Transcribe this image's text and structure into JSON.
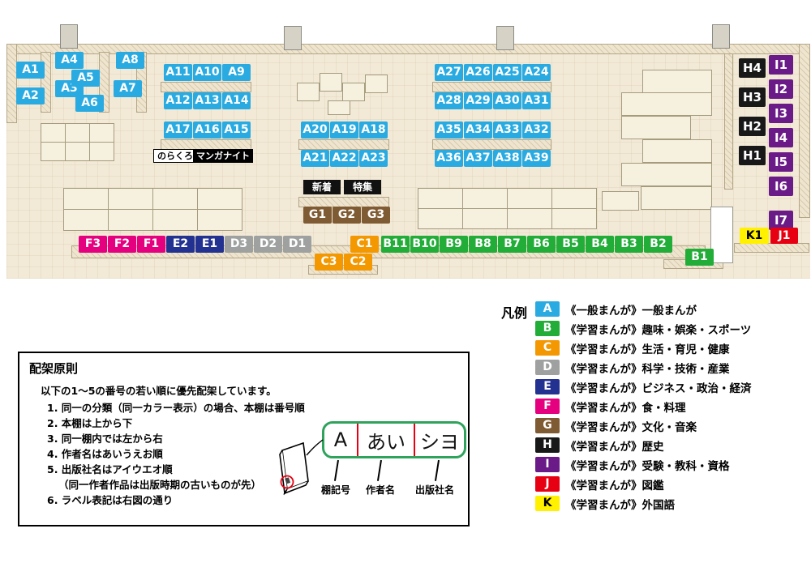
{
  "map": {
    "shelf_labels": {
      "A": [
        "A1",
        "A2",
        "A3",
        "A4",
        "A5",
        "A6",
        "A7",
        "A8",
        "A9",
        "A10",
        "A11",
        "A12",
        "A13",
        "A14",
        "A15",
        "A16",
        "A17",
        "A18",
        "A19",
        "A20",
        "A21",
        "A22",
        "A23",
        "A24",
        "A25",
        "A26",
        "A27",
        "A28",
        "A29",
        "A30",
        "A31",
        "A32",
        "A33",
        "A34",
        "A35",
        "A36",
        "A37",
        "A38",
        "A39"
      ],
      "B": [
        "B1",
        "B2",
        "B3",
        "B4",
        "B5",
        "B6",
        "B7",
        "B8",
        "B9",
        "B10",
        "B11"
      ],
      "C": [
        "C1",
        "C2",
        "C3"
      ],
      "D": [
        "D1",
        "D2",
        "D3"
      ],
      "E": [
        "E1",
        "E2"
      ],
      "F": [
        "F1",
        "F2",
        "F3"
      ],
      "G": [
        "G1",
        "G2",
        "G3"
      ],
      "H": [
        "H1",
        "H2",
        "H3",
        "H4"
      ],
      "I": [
        "I1",
        "I2",
        "I3",
        "I4",
        "I5",
        "I6",
        "I7"
      ],
      "J": [
        "J1"
      ],
      "K": [
        "K1"
      ]
    },
    "area_labels": {
      "norakuro": "のらくろ",
      "manga_night": "マンガナイト",
      "new_arrivals": "新着",
      "featured": "特集"
    }
  },
  "legend": {
    "title": "凡例",
    "items": [
      {
        "key": "A",
        "color": "#29abe2",
        "text_color": "#ffffff",
        "series": "《一般まんが》",
        "label": "一般まんが"
      },
      {
        "key": "B",
        "color": "#22ac38",
        "text_color": "#ffffff",
        "series": "《学習まんが》",
        "label": "趣味・娯楽・スポーツ"
      },
      {
        "key": "C",
        "color": "#f39800",
        "text_color": "#ffffff",
        "series": "《学習まんが》",
        "label": "生活・育児・健康"
      },
      {
        "key": "D",
        "color": "#9fa0a0",
        "text_color": "#ffffff",
        "series": "《学習まんが》",
        "label": "科学・技術・産業"
      },
      {
        "key": "E",
        "color": "#233190",
        "text_color": "#ffffff",
        "series": "《学習まんが》",
        "label": "ビジネス・政治・経済"
      },
      {
        "key": "F",
        "color": "#e4007f",
        "text_color": "#ffffff",
        "series": "《学習まんが》",
        "label": "食・料理"
      },
      {
        "key": "G",
        "color": "#7f5b33",
        "text_color": "#ffffff",
        "series": "《学習まんが》",
        "label": "文化・音楽"
      },
      {
        "key": "H",
        "color": "#181818",
        "text_color": "#ffffff",
        "series": "《学習まんが》",
        "label": "歴史"
      },
      {
        "key": "I",
        "color": "#6a1b87",
        "text_color": "#ffffff",
        "series": "《学習まんが》",
        "label": "受験・教科・資格"
      },
      {
        "key": "J",
        "color": "#e60012",
        "text_color": "#ffffff",
        "series": "《学習まんが》",
        "label": "図鑑"
      },
      {
        "key": "K",
        "color": "#fff100",
        "text_color": "#000000",
        "series": "《学習まんが》",
        "label": "外国語"
      }
    ]
  },
  "principles": {
    "title": "配架原則",
    "intro": "以下の1～5の番号の若い順に優先配架しています。",
    "rules": [
      "1. 同一の分類（同一カラー表示）の場合、本棚は番号順",
      "2. 本棚は上から下",
      "3. 同一棚内では左から右",
      "4. 作者名はあいうえお順",
      "5. 出版社名はアイウエオ順",
      "（同一作者作品は出版時期の古いものが先）",
      "6. ラベル表記は右図の通り"
    ],
    "label_example": {
      "shelf_code": "A",
      "author": "あい",
      "publisher": "シヨ"
    },
    "annotations": {
      "shelf_code": "棚記号",
      "author": "作者名",
      "publisher": "出版社名"
    }
  }
}
